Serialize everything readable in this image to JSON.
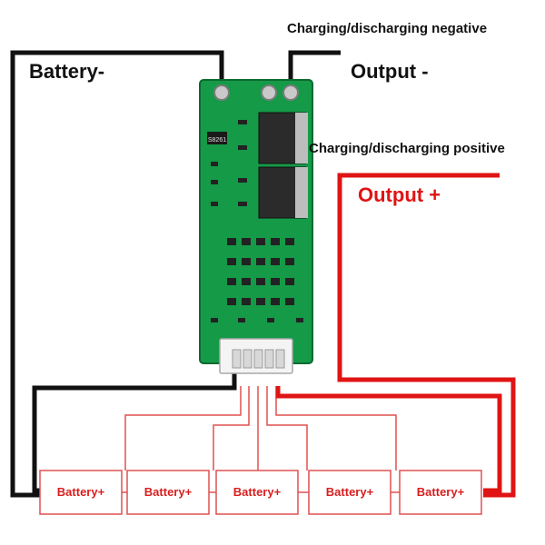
{
  "labels": {
    "battery_neg": "Battery-",
    "output_neg": "Output -",
    "charge_neg": "Charging/discharging negative",
    "charge_pos": "Charging/discharging positive",
    "output_pos": "Output +"
  },
  "board": {
    "chip_marking": "S8261"
  },
  "cells": [
    {
      "label": "Battery+"
    },
    {
      "label": "Battery+"
    },
    {
      "label": "Battery+"
    },
    {
      "label": "Battery+"
    },
    {
      "label": "Battery+"
    }
  ],
  "colors": {
    "negative_wire": "#111111",
    "positive_wire": "#e01414",
    "balance_wire": "#e05050",
    "pcb": "#159a48",
    "cell_border": "#e05050"
  }
}
